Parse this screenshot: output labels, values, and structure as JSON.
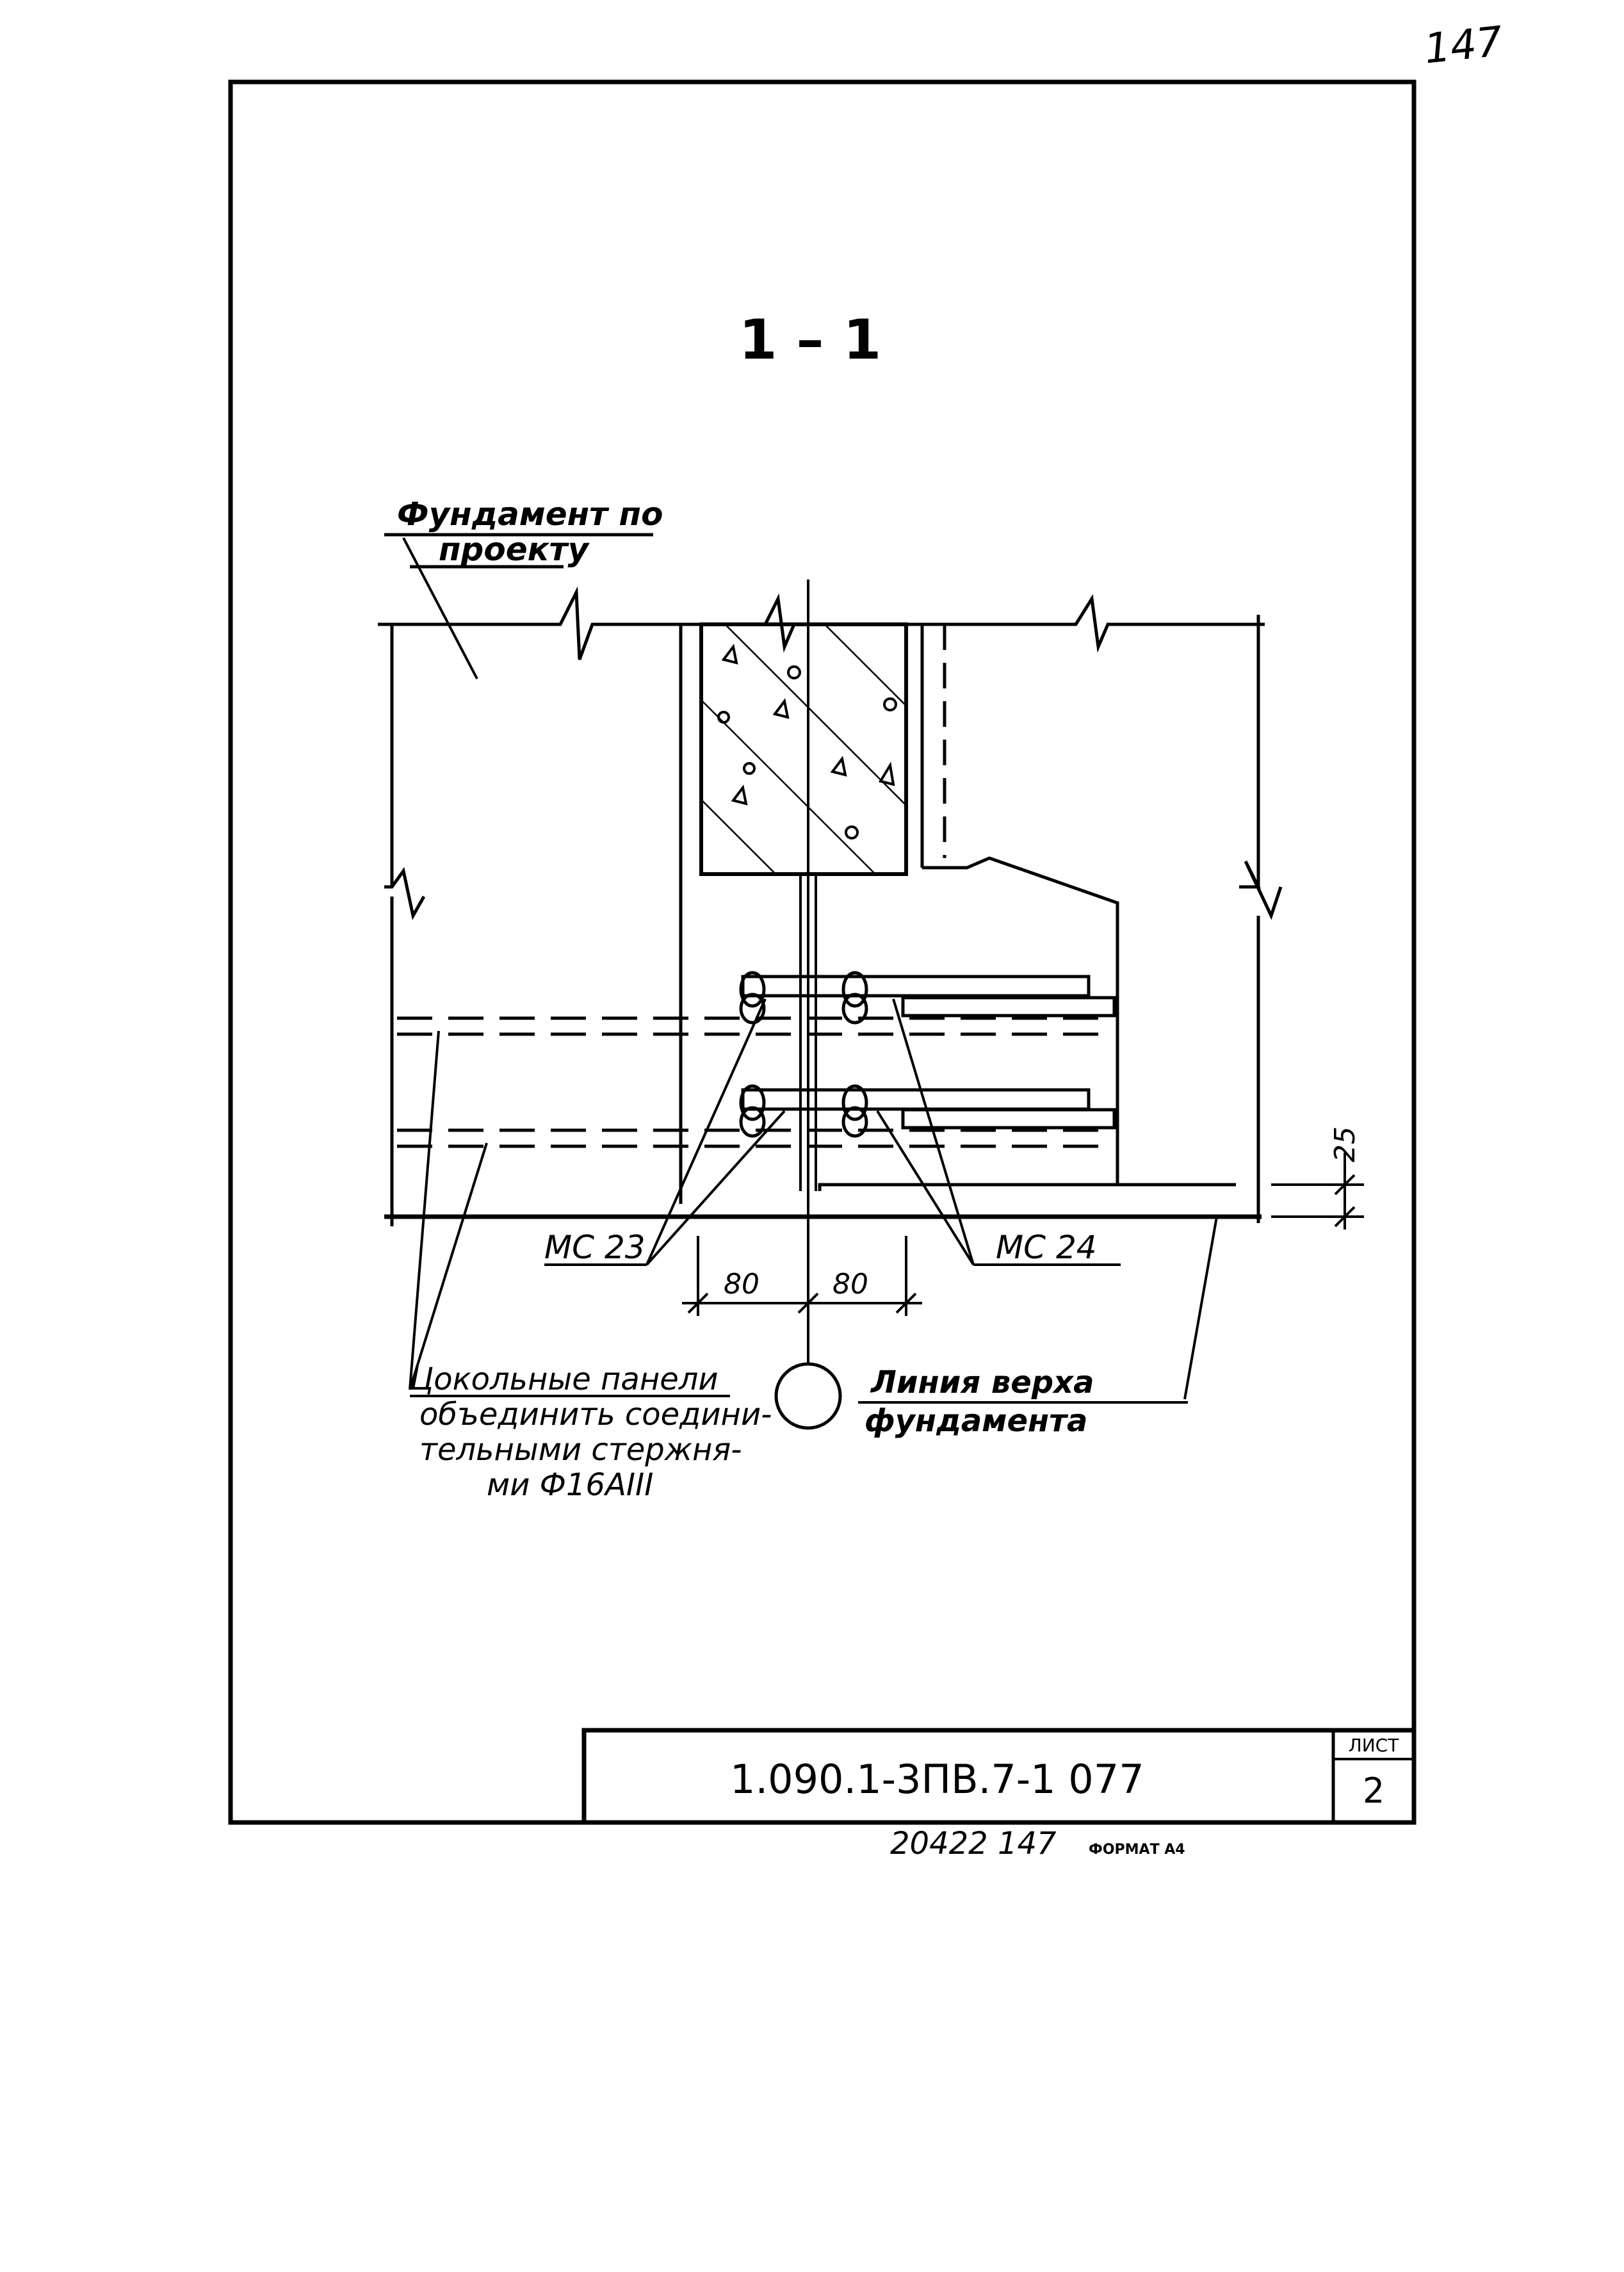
{
  "page_number": "147",
  "section_title": "1 – 1",
  "labels": {
    "foundation_project": [
      "Фундамент по",
      "проекту"
    ],
    "mc23": "МС 23",
    "mc24": "МС 24",
    "dim_80_left": "80",
    "dim_80_right": "80",
    "dim_25": "25",
    "plinth_note": [
      "Цокольные панели",
      "объединить соедини-",
      "тельными стержня-",
      "ми Ф16АIII"
    ],
    "top_line": [
      "Линия верха",
      "фундамента"
    ]
  },
  "title_block": {
    "code": "1.090.1-3ПВ.7-1   077",
    "sheet_label": "ЛИСТ",
    "sheet_number": "2"
  },
  "footer": {
    "inventory": "20422   147",
    "format": "ФОРМАТ А4"
  }
}
